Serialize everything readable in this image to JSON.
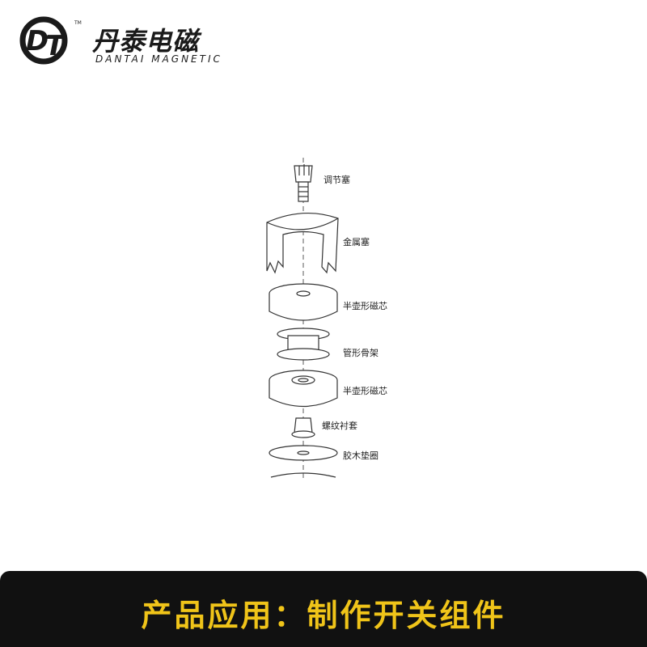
{
  "brand": {
    "name_cn": "丹泰电磁",
    "name_en": "DANTAI MAGNETIC",
    "tm": "TM",
    "logo_letters": "DT"
  },
  "diagram": {
    "labels": [
      "调节塞",
      "金属塞",
      "半壶形磁芯",
      "管形骨架",
      "半壶形磁芯",
      "螺纹衬套",
      "胶木垫圈"
    ]
  },
  "banner": {
    "text": "产品应用：制作开关组件",
    "text_color": "#f0c419",
    "background": "#111111"
  }
}
